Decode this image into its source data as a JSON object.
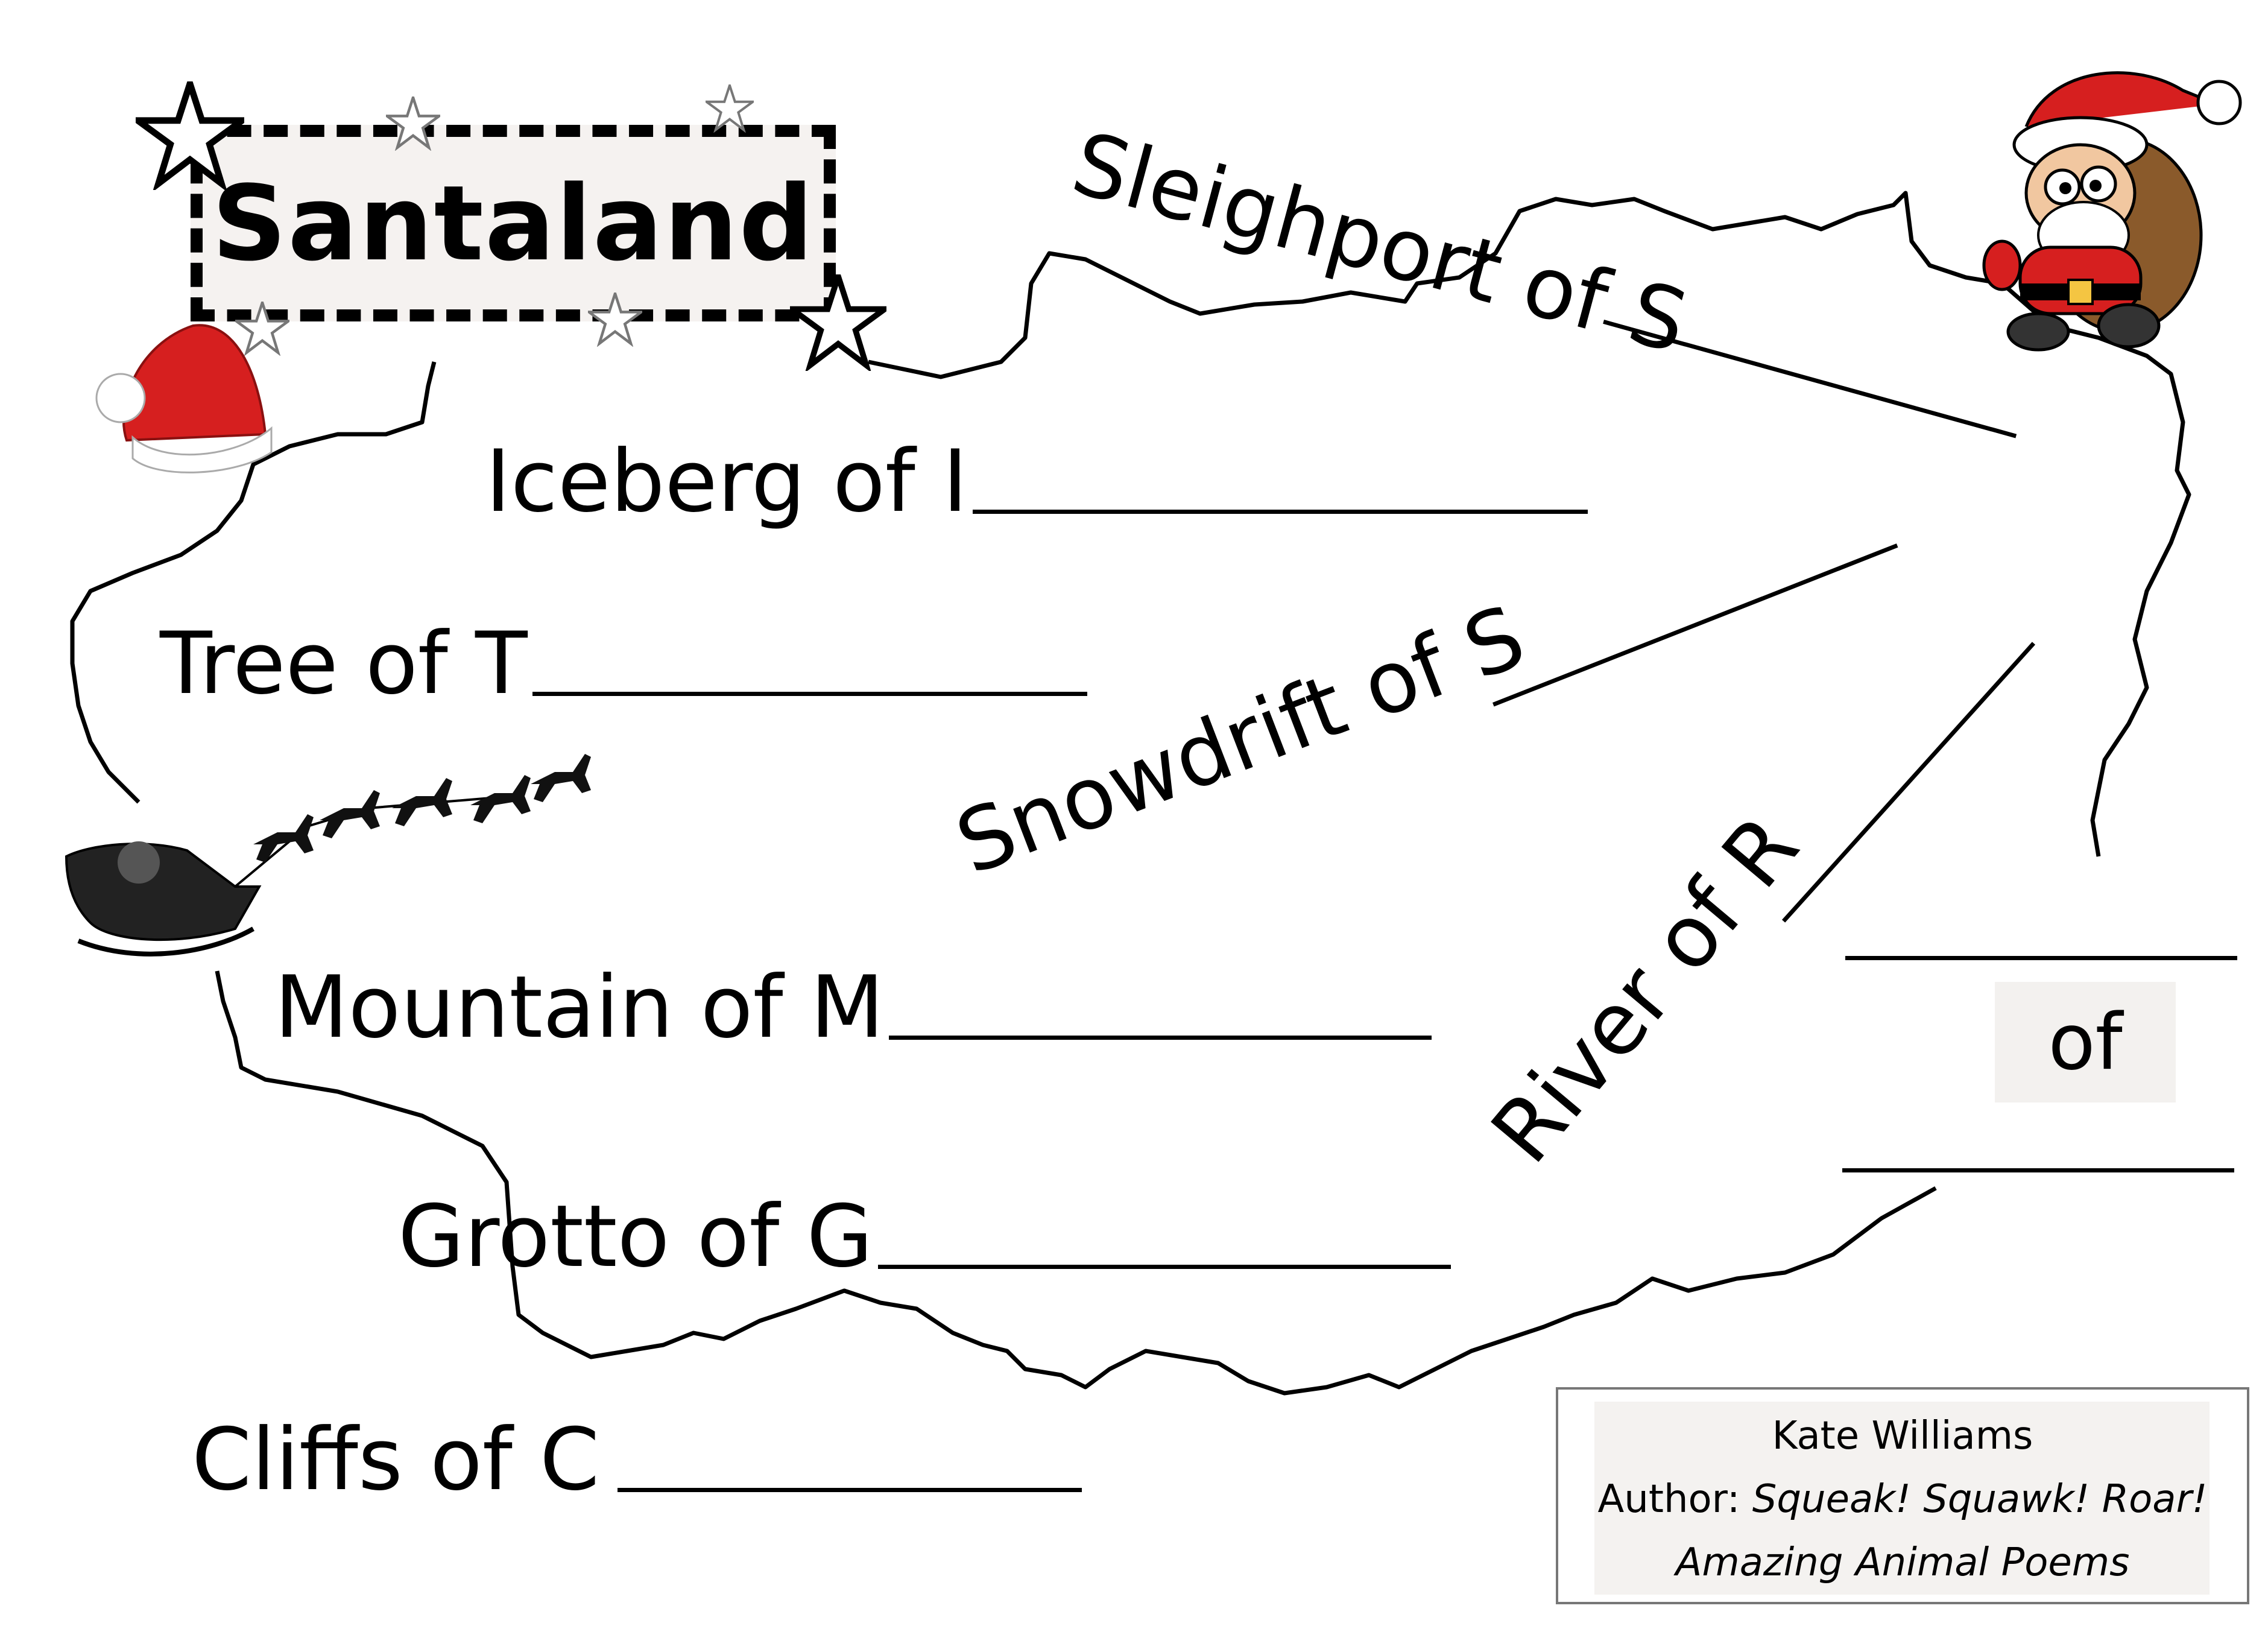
{
  "title": "Santaland",
  "places": [
    {
      "key": "sleighport",
      "text": "Sleighport of S"
    },
    {
      "key": "iceberg",
      "text": "Iceberg of I"
    },
    {
      "key": "tree",
      "text": "Tree of T"
    },
    {
      "key": "snowdrift",
      "text": "Snowdrift of S"
    },
    {
      "key": "mountain",
      "text": "Mountain of M"
    },
    {
      "key": "river",
      "text": "River of R"
    },
    {
      "key": "grotto",
      "text": "Grotto of G"
    },
    {
      "key": "cliffs",
      "text": "Cliffs of C"
    }
  ],
  "custom_place": {
    "connector": "of"
  },
  "credit": {
    "name": "Kate Williams",
    "author_label": "Author: ",
    "book_title": "Squeak! Squawk! Roar!",
    "book_subtitle": "Amazing Animal Poems"
  },
  "colors": {
    "ink": "#000000",
    "santa_red": "#d61f1f",
    "paper": "#f5f2f0"
  },
  "icons": [
    "star-icon",
    "santa-hat-icon",
    "santa-icon",
    "sleigh-reindeer-icon"
  ]
}
